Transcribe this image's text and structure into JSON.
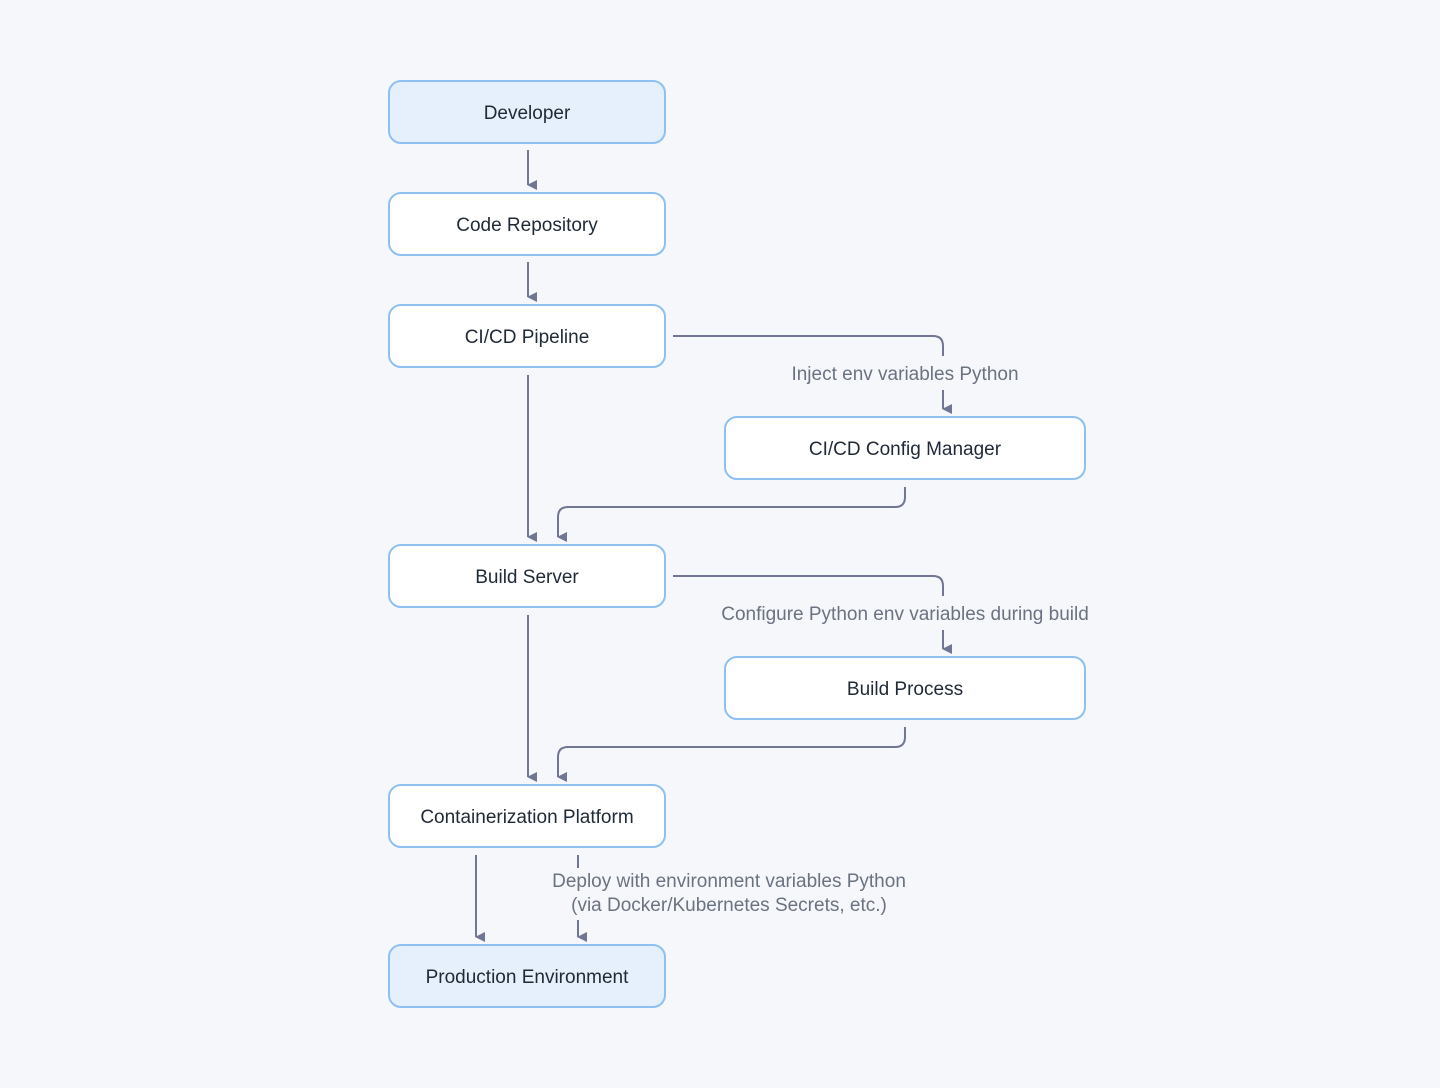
{
  "colors": {
    "background": "#f5f7fb",
    "node_border": "#8fc0f0",
    "node_fill": "#ffffff",
    "node_fill_highlight": "#e6f0fc",
    "edge": "#717693",
    "label": "#6b7280",
    "text": "#1f2937"
  },
  "nodes": [
    {
      "id": "developer",
      "label": "Developer",
      "highlight": true
    },
    {
      "id": "code-repository",
      "label": "Code Repository",
      "highlight": false
    },
    {
      "id": "cicd-pipeline",
      "label": "CI/CD Pipeline",
      "highlight": false
    },
    {
      "id": "cicd-config-manager",
      "label": "CI/CD Config Manager",
      "highlight": false
    },
    {
      "id": "build-server",
      "label": "Build Server",
      "highlight": false
    },
    {
      "id": "build-process",
      "label": "Build Process",
      "highlight": false
    },
    {
      "id": "containerization-platform",
      "label": "Containerization Platform",
      "highlight": false
    },
    {
      "id": "production-environment",
      "label": "Production Environment",
      "highlight": true
    }
  ],
  "edges": [
    {
      "from": "developer",
      "to": "code-repository",
      "label": ""
    },
    {
      "from": "code-repository",
      "to": "cicd-pipeline",
      "label": ""
    },
    {
      "from": "cicd-pipeline",
      "to": "cicd-config-manager",
      "label": "Inject env variables Python"
    },
    {
      "from": "cicd-pipeline",
      "to": "build-server",
      "label": ""
    },
    {
      "from": "cicd-config-manager",
      "to": "build-server",
      "label": ""
    },
    {
      "from": "build-server",
      "to": "build-process",
      "label": "Configure Python env variables during build"
    },
    {
      "from": "build-server",
      "to": "containerization-platform",
      "label": ""
    },
    {
      "from": "build-process",
      "to": "containerization-platform",
      "label": ""
    },
    {
      "from": "containerization-platform",
      "to": "production-environment",
      "label": ""
    },
    {
      "from": "containerization-platform",
      "to": "production-environment",
      "label": "Deploy with environment variables Python\n(via Docker/Kubernetes Secrets, etc.)"
    }
  ]
}
